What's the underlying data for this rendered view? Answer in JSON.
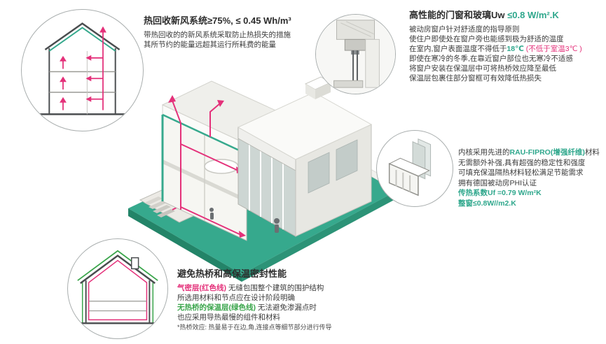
{
  "colors": {
    "teal_accent": "#2ea78c",
    "magenta_accent": "#e4317a",
    "green_accent": "#3aa54b",
    "text_dark": "#3c3c3c"
  },
  "heat_recovery": {
    "title": "热回收新风系统≥75%, ≤ 0.45 Wh/m³",
    "line1": "带热回收的的新风系统采取防止热损失的措施",
    "line2": "其所节约的能量远超其运行所耗费的能量"
  },
  "windows": {
    "title_main": "高性能的门窗和玻璃Uw ",
    "title_value": "≤0.8 W/m².K",
    "line1": "被动房窗户针对舒适度的指导原则",
    "line2": "使住户即使处在窗户旁也能感到极为舒适的温度",
    "line3_a": "在室内,窗户表面温度不得低于",
    "line3_b": "18℃",
    "line3_c": " (不低于室温3℃ )",
    "line4": "即使在寒冷的冬季,在靠近窗户部位也无寒冷不适感",
    "line5": "将窗户安装在保温层中可将热桥效应降至最低",
    "line6": "保温层包裹住部分窗框可有效降低热损失"
  },
  "frame_material": {
    "line1_a": "内核采用先进的",
    "line1_b": "RAU-FIPRO(增强纤维)",
    "line1_c": "材料",
    "line2": "无需额外补强,具有超强的稳定性和强度",
    "line3": "可填充保温隔热材料轻松满足节能需求",
    "line4": "拥有德国被动房PHI认证",
    "line5": "传热系数Uf =0.79 W/m²K",
    "line6": "整窗≤0.8W//m2.K"
  },
  "thermal_bridge": {
    "title": "避免热桥和高保温密封性能",
    "airtight_label": "气密层(红色线)",
    "airtight_rest": " 无缝包围整个建筑的围护结构",
    "line2": "所选用材料和节点应在设计阶段明确",
    "insulation_label": "无热桥的保温层(绿色线)",
    "insulation_rest": " 无法避免渗漏点时",
    "line4": "也应采用导热最慢的组件和材料",
    "footnote": "*热桥效应: 热量易于在边,角,连接点等细节部分进行传导"
  }
}
